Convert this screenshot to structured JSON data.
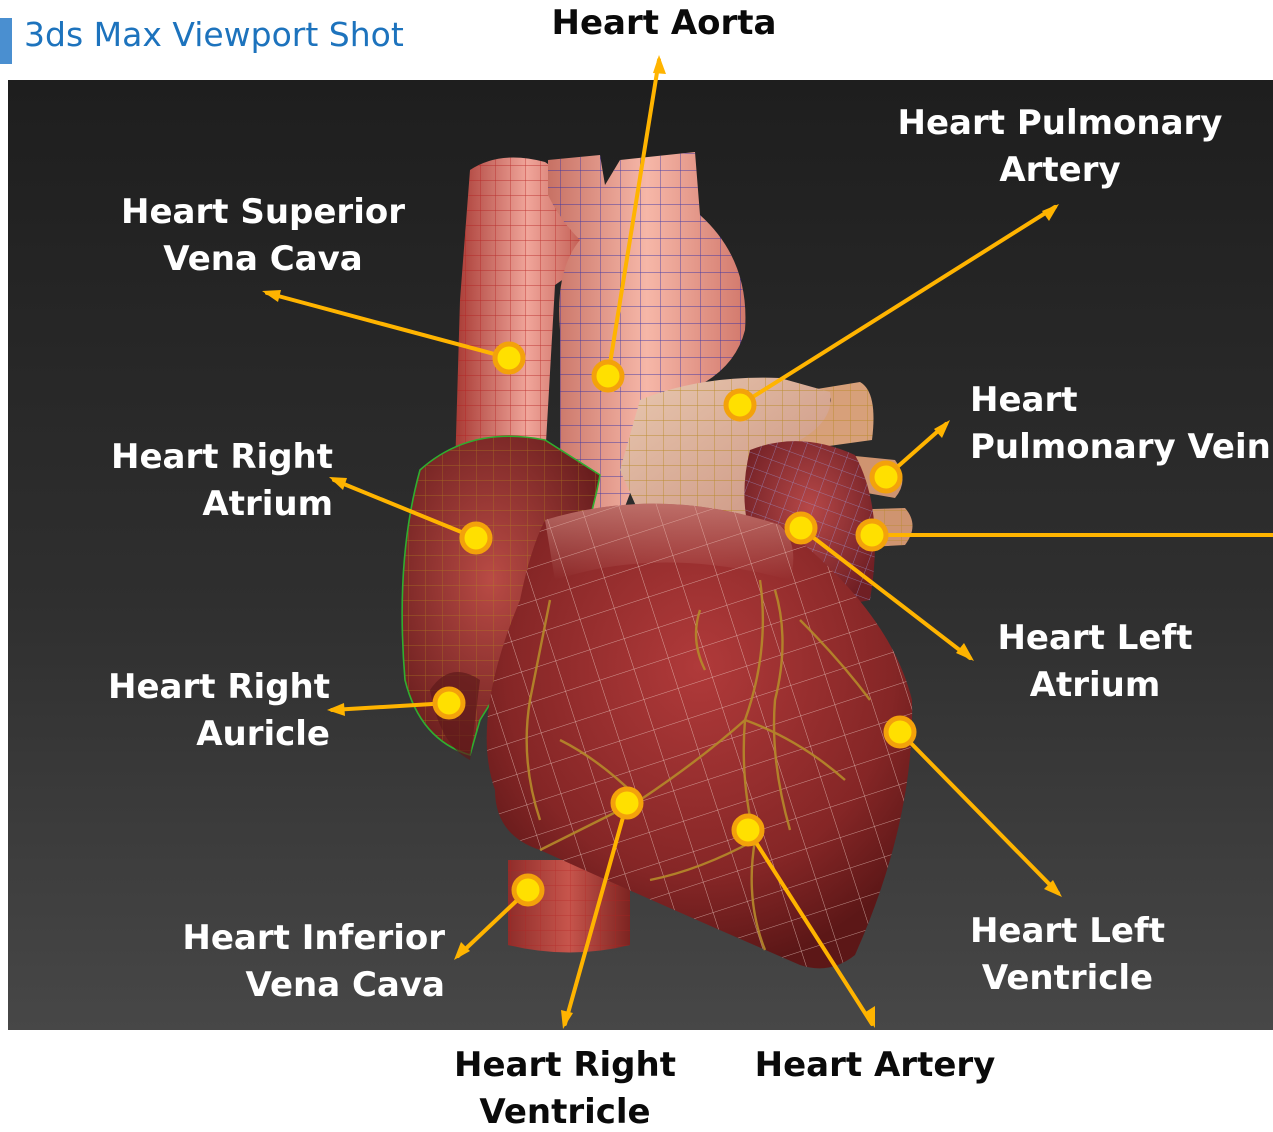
{
  "header": {
    "title": "3ds Max Viewport Shot"
  },
  "colors": {
    "accent": "#1d73bd",
    "annotation_line": "#ffb400",
    "marker_fill": "#ffe000",
    "marker_ring": "#f3a20b",
    "label_on_image": "#ffffff",
    "label_on_page": "#0a0a0a"
  },
  "labels": {
    "aorta": [
      "Heart Aorta"
    ],
    "pulmonary_artery": [
      "Heart Pulmonary",
      "Artery"
    ],
    "superior_vena_cava": [
      "Heart Superior",
      "Vena Cava"
    ],
    "pulmonary_vein": [
      "Heart",
      "Pulmonary Vein"
    ],
    "right_atrium": [
      "Heart Right",
      "Atrium"
    ],
    "left_atrium": [
      "Heart Left",
      "Atrium"
    ],
    "right_auricle": [
      "Heart Right",
      "Auricle"
    ],
    "inferior_vena_cava": [
      "Heart Inferior",
      "Vena Cava"
    ],
    "left_ventricle": [
      "Heart Left",
      "Ventricle"
    ],
    "right_ventricle": [
      "Heart Right",
      "Ventricle"
    ],
    "artery": [
      "Heart Artery"
    ]
  }
}
